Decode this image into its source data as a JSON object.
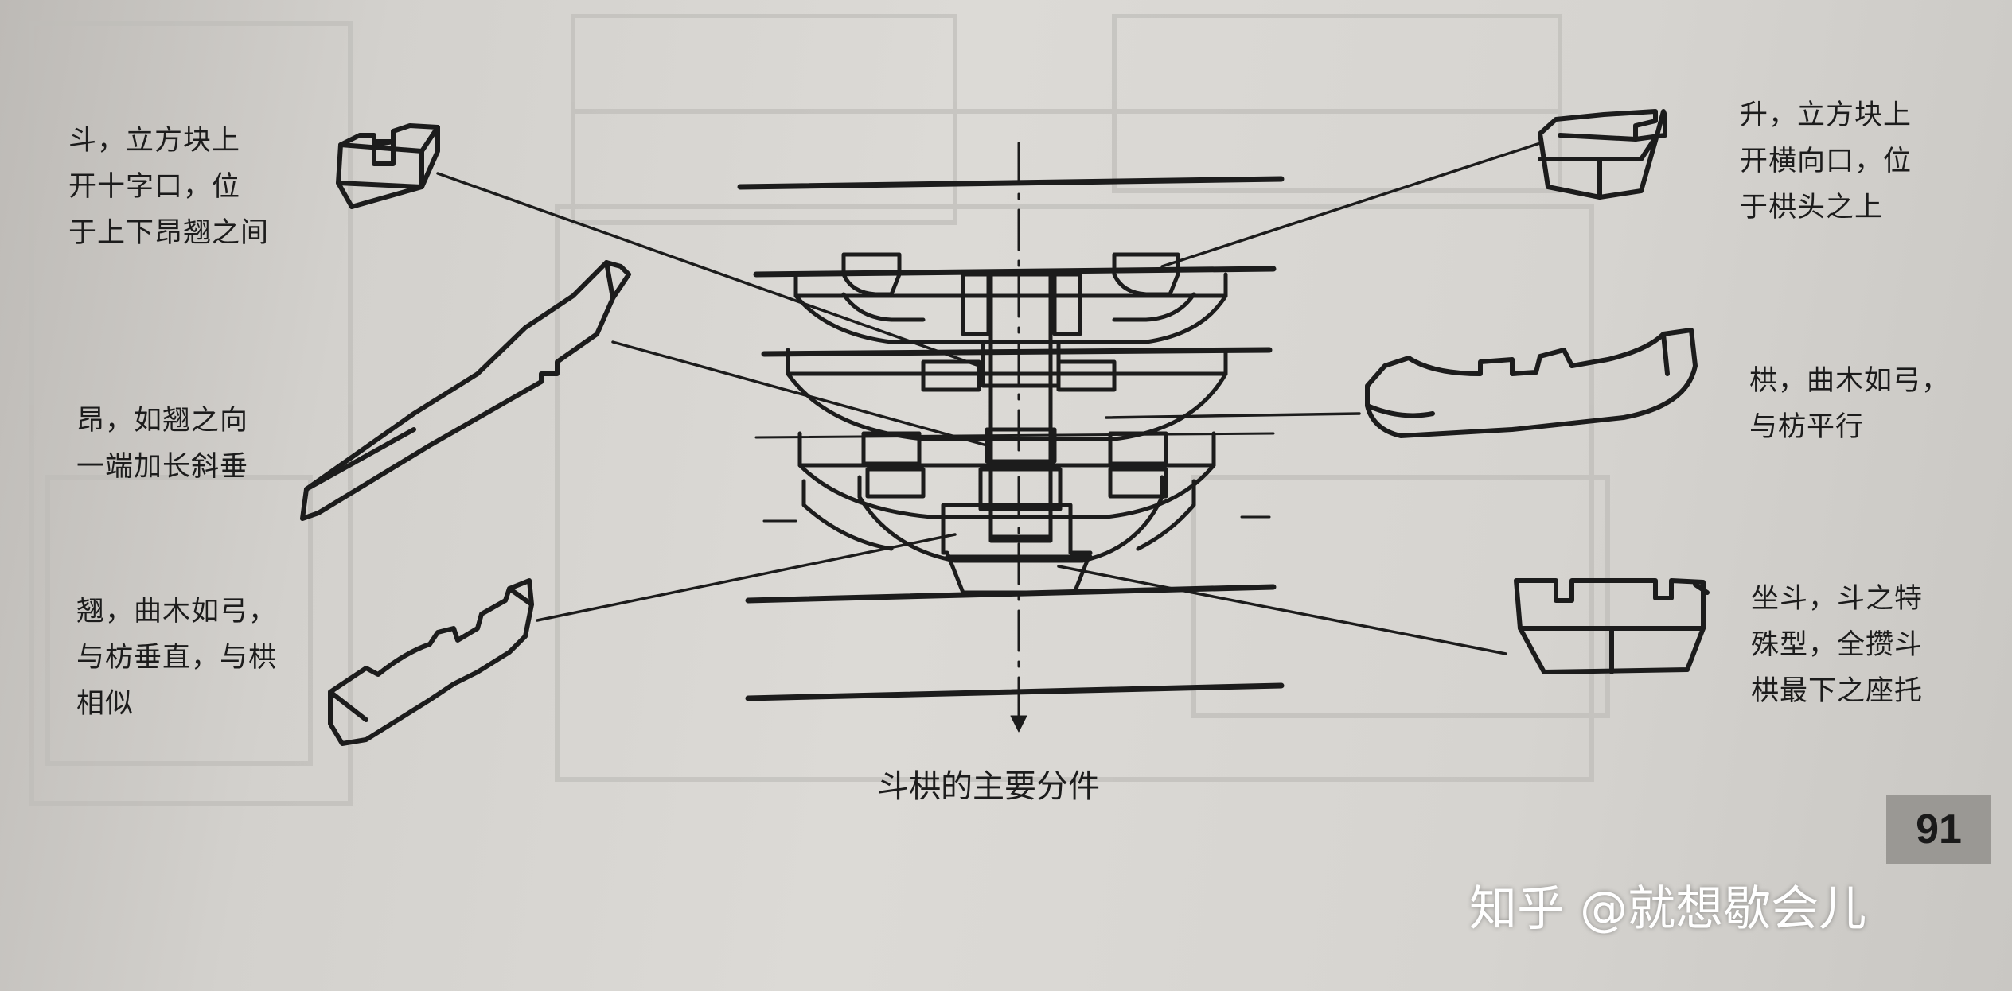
{
  "figure": {
    "title": "斗栱的主要分件",
    "page_number": "91"
  },
  "watermark": "知乎 @就想歇会儿",
  "callouts": [
    {
      "id": "dou",
      "lines": [
        "斗，立方块上",
        "开十字口，位",
        "于上下昂翘之间"
      ]
    },
    {
      "id": "sheng",
      "lines": [
        "升，立方块上",
        "开横向口，位",
        "于栱头之上"
      ]
    },
    {
      "id": "ang",
      "lines": [
        "昂，如翘之向",
        "一端加长斜垂"
      ]
    },
    {
      "id": "gong",
      "lines": [
        "栱，曲木如弓，",
        "与枋平行"
      ]
    },
    {
      "id": "qiao",
      "lines": [
        "翘，曲木如弓，",
        "与枋垂直，与栱",
        "相似"
      ]
    },
    {
      "id": "zuodou",
      "lines": [
        "坐斗，斗之特",
        "殊型，全攒斗",
        "栱最下之座托"
      ]
    }
  ],
  "colors": {
    "ink": "#1c1c1c",
    "paper": "#d6d4d0",
    "page_tab": "#9a9894"
  }
}
